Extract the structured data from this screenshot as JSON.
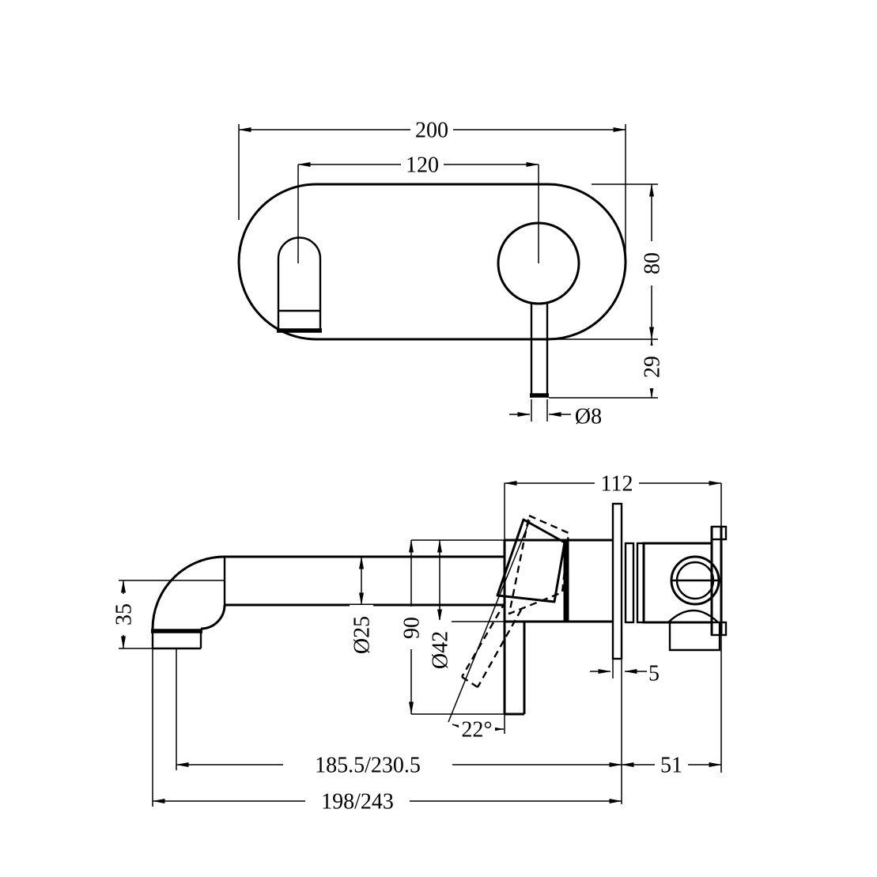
{
  "drawing": {
    "type": "technical-drawing",
    "subject": "wall-mounted basin mixer",
    "line_color": "#000000",
    "background_color": "#ffffff",
    "views": {
      "top_view": {
        "name": "faceplate-front-view",
        "dims": {
          "overall_width": "200",
          "spout_to_handle_centres": "120",
          "plate_height": "80",
          "lever_drop": "29",
          "lever_diameter": "Ø8"
        }
      },
      "side_view": {
        "name": "side-elevation",
        "dims": {
          "body_depth": "112",
          "spout_tip_height": "35",
          "spout_diameter": "Ø25",
          "body_height": "90",
          "escutcheon_diameter": "Ø42",
          "lever_angle": "22°",
          "plate_thickness": "5",
          "spout_reach": "185.5/230.5",
          "in_wall_depth": "51",
          "overall_reach": "198/243"
        }
      }
    }
  }
}
